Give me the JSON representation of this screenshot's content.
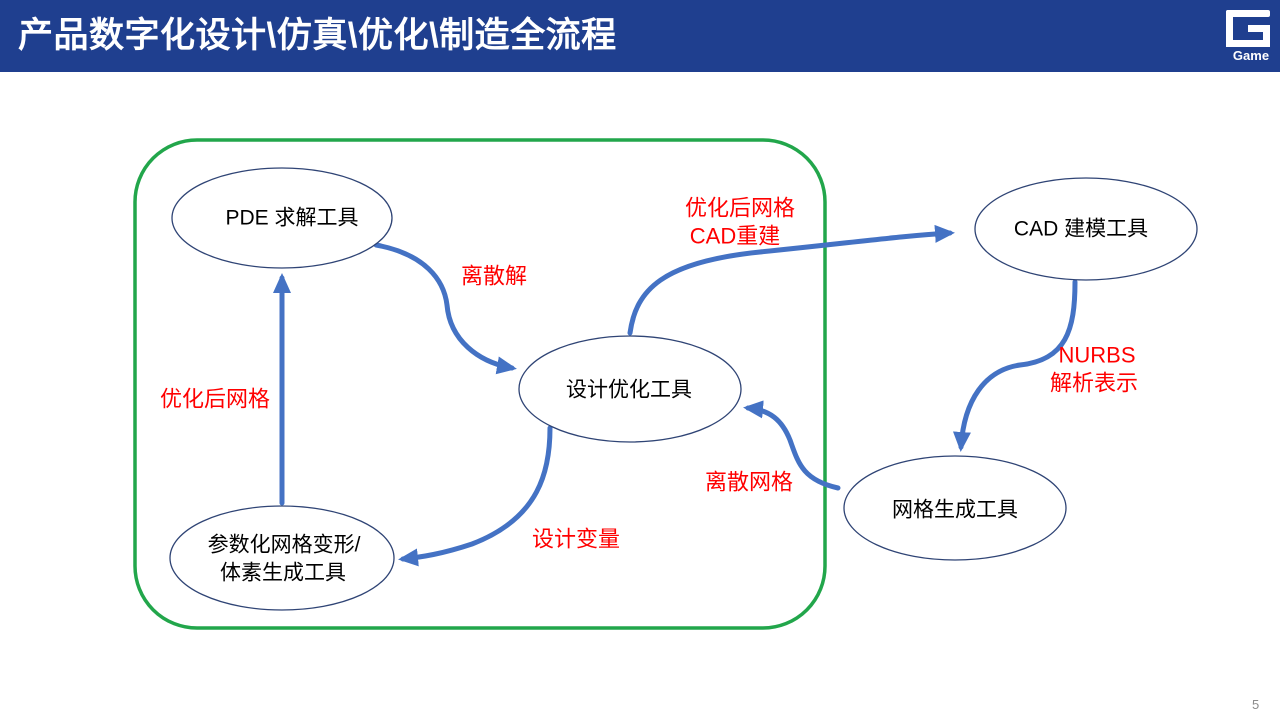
{
  "slide": {
    "title": "产品数字化设计\\仿真\\优化\\制造全流程",
    "logo_text": "Game",
    "page_number": "5"
  },
  "diagram": {
    "nodes": {
      "pde_solver": [
        "PDE 求解工具"
      ],
      "design_optimizer": [
        "设计优化工具"
      ],
      "param_mesh_morph": [
        "参数化网格变形/",
        "体素生成工具"
      ],
      "cad_modeler": [
        "CAD 建模工具"
      ],
      "mesh_generator": [
        "网格生成工具"
      ]
    },
    "edge_labels": {
      "pde_to_optimizer": [
        "离散解"
      ],
      "optimizer_to_cad": [
        "优化后网格",
        "CAD重建"
      ],
      "cad_to_mesher": [
        "NURBS",
        "解析表示"
      ],
      "mesher_to_optimizer": [
        "离散网格"
      ],
      "optimizer_to_param": [
        "设计变量"
      ],
      "param_to_pde": [
        "优化后网格"
      ]
    }
  },
  "colors": {
    "header_bg": "#1F3F8F",
    "header_text": "#FFFFFF",
    "frame": "#22A64B",
    "arrow": "#4472C4",
    "edge_label": "#FF0000",
    "node_border": "#2F4475"
  }
}
